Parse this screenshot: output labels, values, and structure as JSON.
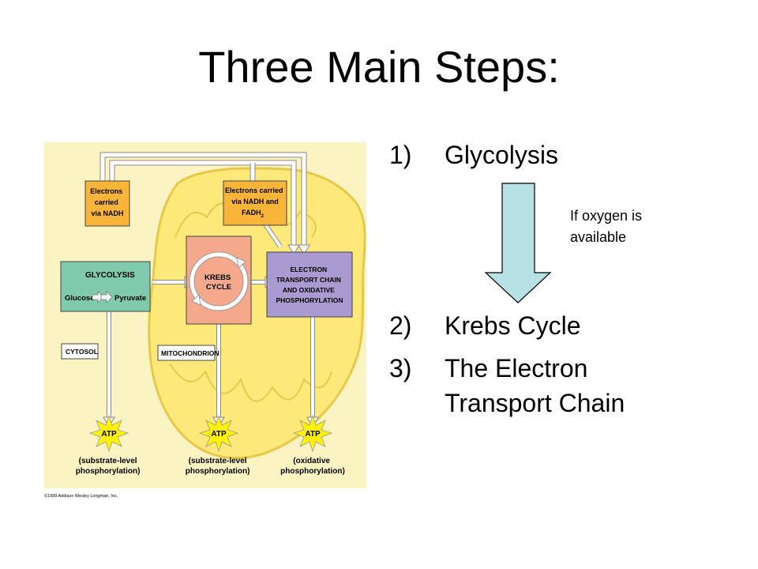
{
  "slide": {
    "title": "Three Main Steps:",
    "steps": [
      {
        "num": "1)",
        "text": "Glycolysis"
      },
      {
        "num": "2)",
        "text": "Krebs Cycle"
      },
      {
        "num": "3)",
        "text": "The Electron"
      },
      {
        "num": "",
        "text": "Transport Chain"
      }
    ],
    "arrow_note_line1": "If oxygen is",
    "arrow_note_line2": "available"
  },
  "diagram": {
    "nadh_box_1": [
      "Electrons",
      "carried",
      "via NADH"
    ],
    "nadh_box_2_l1": "Electrons carried",
    "nadh_box_2_l2": "via NADH and",
    "nadh_box_2_l3": "FADH",
    "nadh_box_2_sub": "2",
    "glycolysis_title": "GLYCOLYSIS",
    "glucose": "Glucose",
    "pyruvate": "Pyruvate",
    "krebs_l1": "KREBS",
    "krebs_l2": "CYCLE",
    "etc": [
      "ELECTRON",
      "TRANSPORT CHAIN",
      "AND OXIDATIVE",
      "PHOSPHORYLATION"
    ],
    "cytosol": "CYTOSOL",
    "mitochondrion": "MITOCHONDRION",
    "atp": "ATP",
    "atp_labels": [
      [
        "(substrate-level",
        "phosphorylation)"
      ],
      [
        "(substrate-level",
        "phosphorylation)"
      ],
      [
        "(oxidative",
        "phosphorylation)"
      ]
    ],
    "copyright": "©1999 Addison Wesley Longman, Inc."
  },
  "colors": {
    "panel_bg": "#fbf4c2",
    "mito_fill": "#fde97a",
    "mito_stroke": "#e8c84a",
    "orange_box": "#f9b43a",
    "glycolysis_box": "#7fc9ad",
    "krebs_box": "#f5a98c",
    "etc_box": "#a99ad1",
    "atp_star": "#fff200",
    "arrow_fill": "#b7e1e4"
  }
}
